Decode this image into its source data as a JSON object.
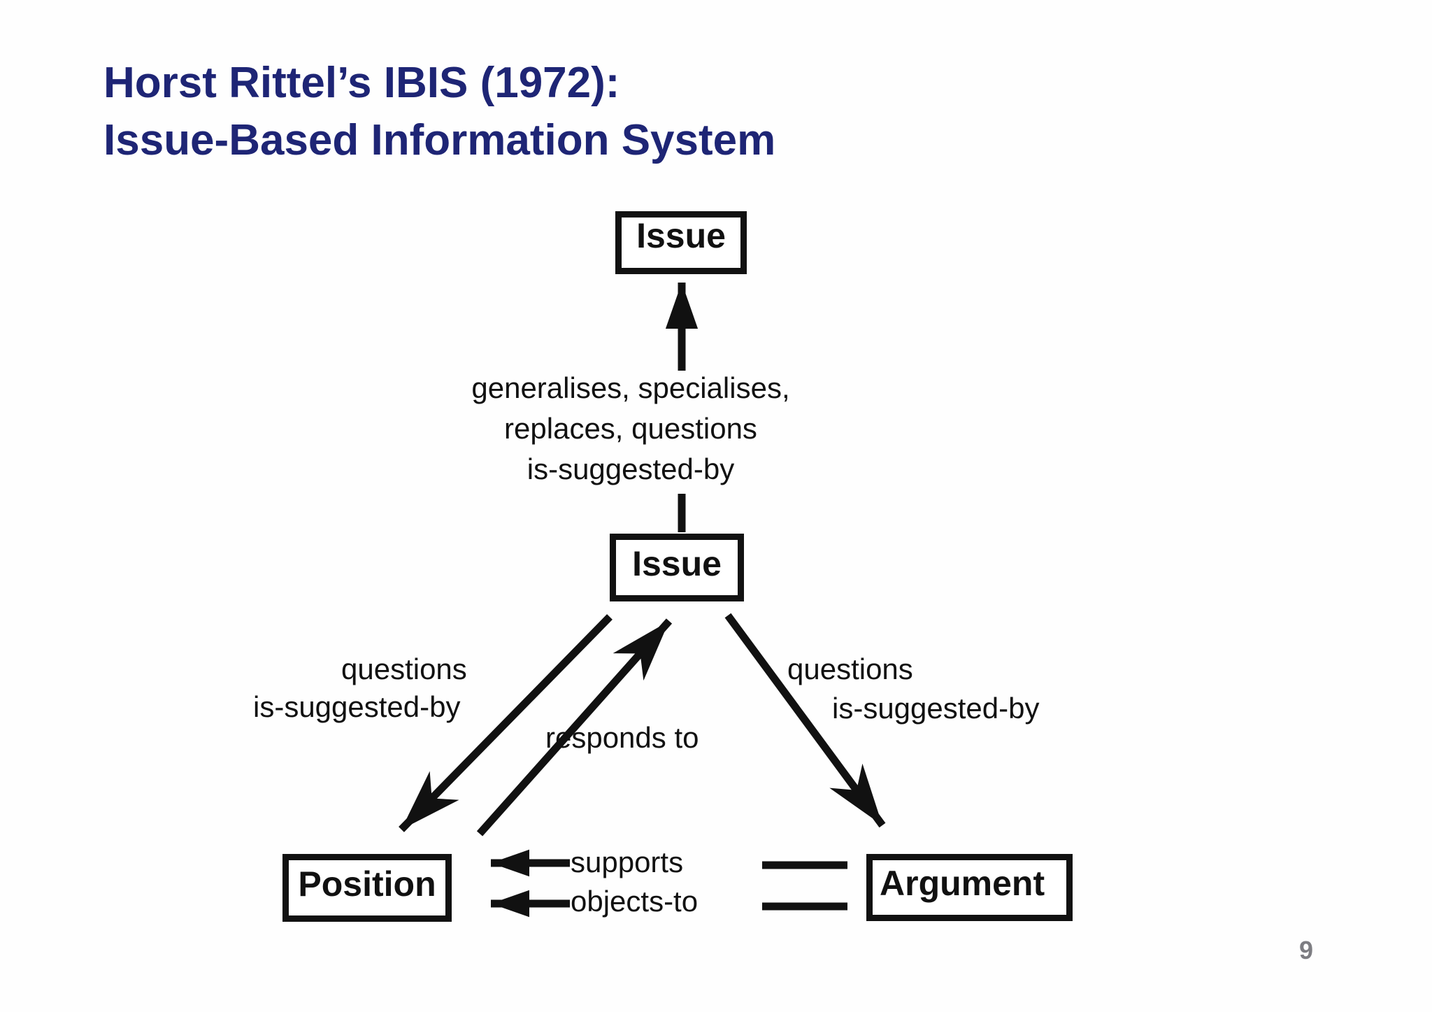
{
  "slide": {
    "title_line1": "Horst Rittel’s IBIS (1972):",
    "title_line2": "Issue-Based Information System",
    "page_number": "9",
    "colors": {
      "background": "#fefefe",
      "title": "#1e2575",
      "diagram_ink": "#111111",
      "page_number": "#7d7d82"
    }
  },
  "diagram": {
    "nodes": {
      "issue_top": "Issue",
      "issue_mid": "Issue",
      "position": "Position",
      "argument": "Argument"
    },
    "labels": {
      "issue_links": [
        "generalises, specialises,",
        "replaces, questions",
        "is-suggested-by"
      ],
      "questions_left": "questions",
      "is_suggested_by_left": "is-suggested-by",
      "responds_to": "responds to",
      "questions_right": "questions",
      "is_suggested_by_right": "is-suggested-by",
      "supports": "supports",
      "objects_to": "objects-to"
    },
    "edges": [
      {
        "from": "issue_mid",
        "to": "issue_top",
        "label_key": "issue_links"
      },
      {
        "from": "issue_mid",
        "to": "position",
        "label_key": "questions_left / is_suggested_by_left"
      },
      {
        "from": "position",
        "to": "issue_mid",
        "label_key": "responds_to"
      },
      {
        "from": "issue_mid",
        "to": "argument",
        "label_key": "questions_right / is_suggested_by_right"
      },
      {
        "from": "argument",
        "to": "position",
        "label_key": "supports / objects_to"
      }
    ]
  }
}
